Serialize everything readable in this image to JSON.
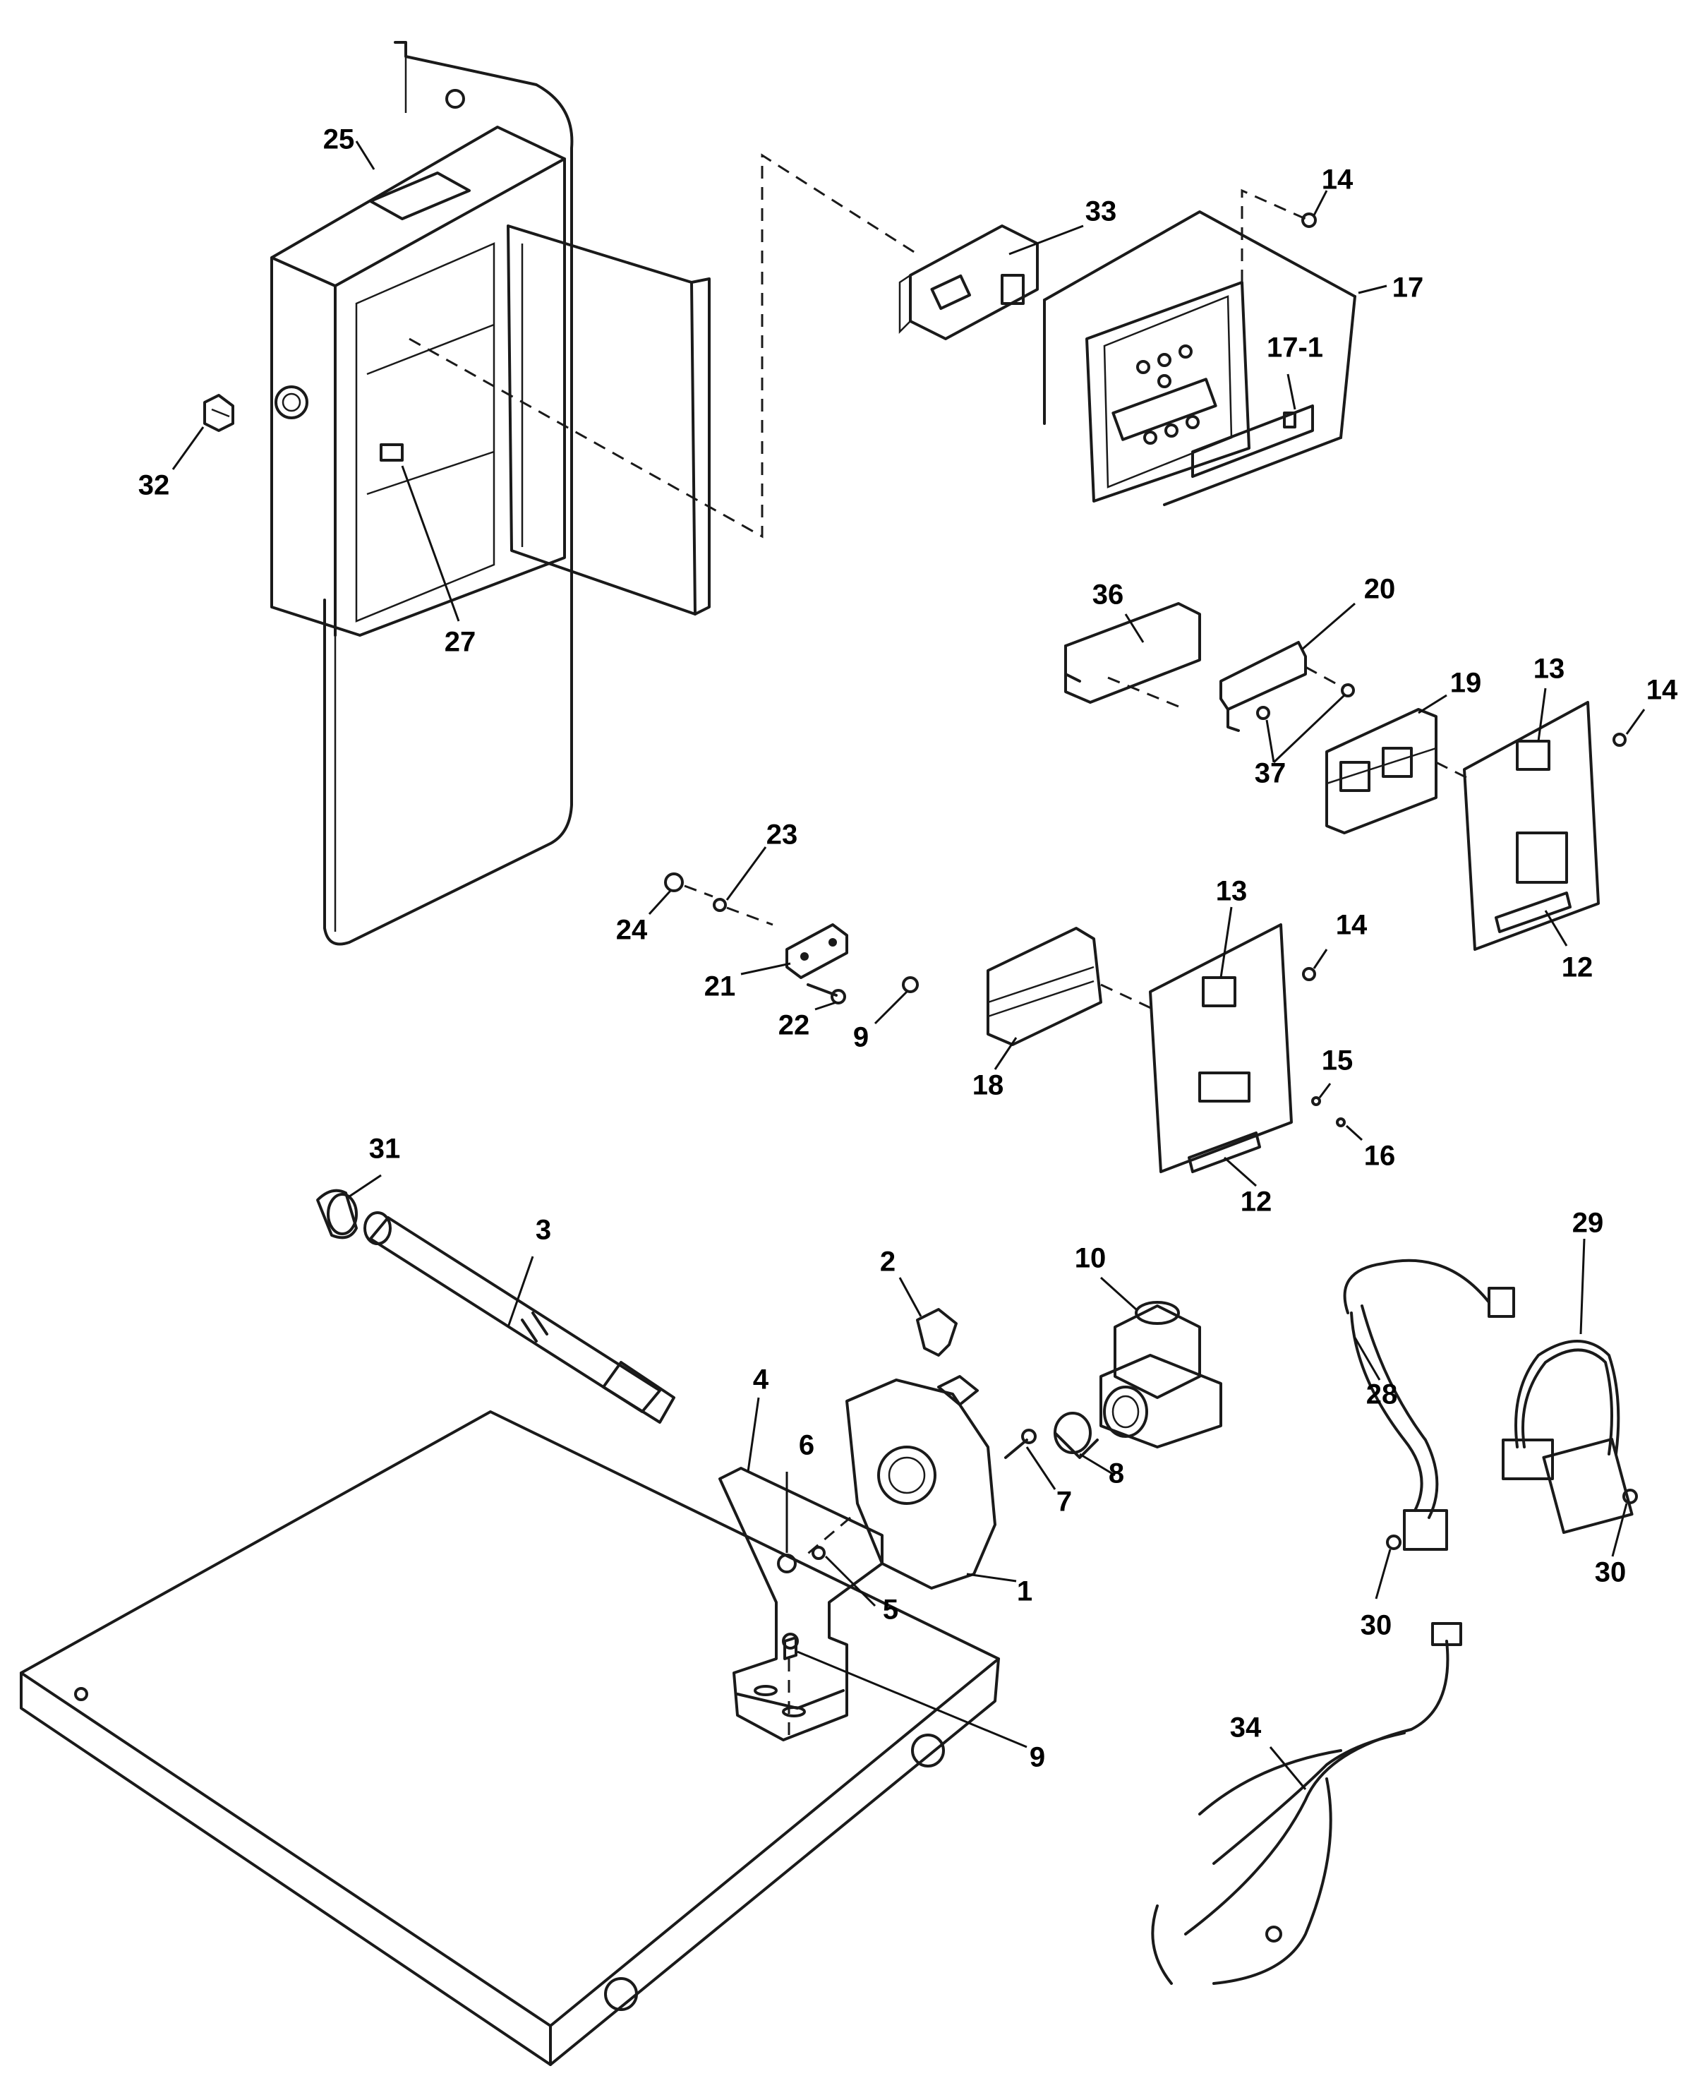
{
  "callouts": [
    {
      "id": "c1",
      "text": "1"
    },
    {
      "id": "c2",
      "text": "2"
    },
    {
      "id": "c3",
      "text": "3"
    },
    {
      "id": "c4",
      "text": "4"
    },
    {
      "id": "c5",
      "text": "5"
    },
    {
      "id": "c6",
      "text": "6"
    },
    {
      "id": "c7",
      "text": "7"
    },
    {
      "id": "c8",
      "text": "8"
    },
    {
      "id": "c9a",
      "text": "9"
    },
    {
      "id": "c9b",
      "text": "9"
    },
    {
      "id": "c10",
      "text": "10"
    },
    {
      "id": "c12a",
      "text": "12"
    },
    {
      "id": "c12b",
      "text": "12"
    },
    {
      "id": "c13a",
      "text": "13"
    },
    {
      "id": "c13b",
      "text": "13"
    },
    {
      "id": "c14a",
      "text": "14"
    },
    {
      "id": "c14b",
      "text": "14"
    },
    {
      "id": "c14c",
      "text": "14"
    },
    {
      "id": "c15",
      "text": "15"
    },
    {
      "id": "c16",
      "text": "16"
    },
    {
      "id": "c17",
      "text": "17"
    },
    {
      "id": "c17-1",
      "text": "17-1"
    },
    {
      "id": "c18",
      "text": "18"
    },
    {
      "id": "c19",
      "text": "19"
    },
    {
      "id": "c20",
      "text": "20"
    },
    {
      "id": "c21",
      "text": "21"
    },
    {
      "id": "c22",
      "text": "22"
    },
    {
      "id": "c23",
      "text": "23"
    },
    {
      "id": "c24",
      "text": "24"
    },
    {
      "id": "c25",
      "text": "25"
    },
    {
      "id": "c27",
      "text": "27"
    },
    {
      "id": "c28",
      "text": "28"
    },
    {
      "id": "c29",
      "text": "29"
    },
    {
      "id": "c30a",
      "text": "30"
    },
    {
      "id": "c30b",
      "text": "30"
    },
    {
      "id": "c31",
      "text": "31"
    },
    {
      "id": "c32",
      "text": "32"
    },
    {
      "id": "c33",
      "text": "33"
    },
    {
      "id": "c34",
      "text": "34"
    },
    {
      "id": "c36",
      "text": "36"
    },
    {
      "id": "c37",
      "text": "37"
    }
  ]
}
